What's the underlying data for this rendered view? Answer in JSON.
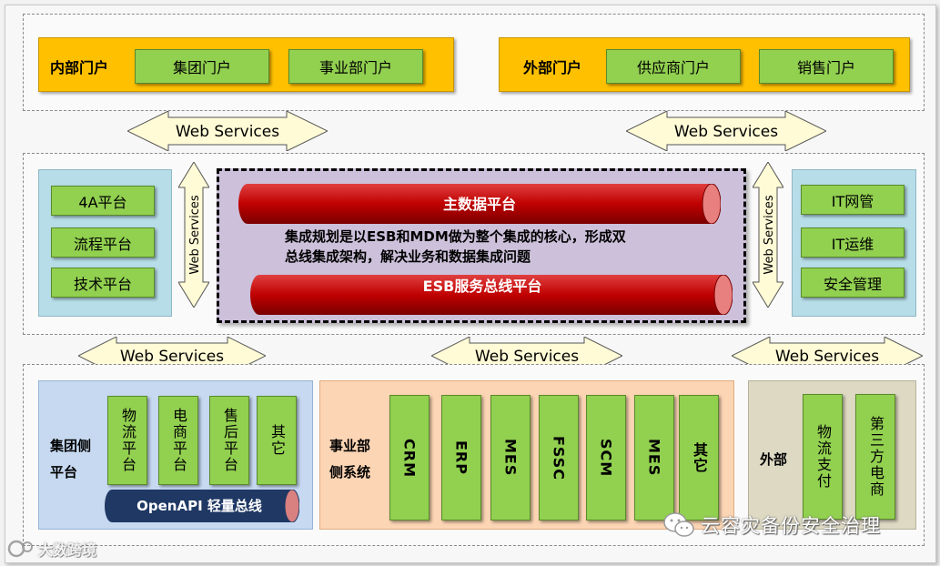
{
  "portals": {
    "internal": {
      "title": "内部门户",
      "items": [
        "集团门户",
        "事业部门户"
      ]
    },
    "external": {
      "title": "外部门户",
      "items": [
        "供应商门户",
        "销售门户"
      ]
    }
  },
  "ws_label": "Web Services",
  "left_platforms": [
    "4A平台",
    "流程平台",
    "技术平台"
  ],
  "right_platforms": [
    "IT网管",
    "IT运维",
    "安全管理"
  ],
  "core": {
    "mdm": "主数据平台",
    "esb": "ESB服务总线平台",
    "description_line1": "集成规划是以ESB和MDM做为整个集成的核心，形成双",
    "description_line2": "总线集成架构，解决业务和数据集成问题"
  },
  "group_side": {
    "title_line1": "集团侧",
    "title_line2": "平台",
    "items": [
      "物流平台",
      "电商平台",
      "售后平台",
      "其它"
    ],
    "bus": "OpenAPI 轻量总线"
  },
  "division_side": {
    "title_line1": "事业部",
    "title_line2": "侧系统",
    "items": [
      "CRM",
      "ERP",
      "MES",
      "FSSC",
      "SCM",
      "MES",
      "其它"
    ]
  },
  "external_side": {
    "title": "外部",
    "items": [
      "物流支付",
      "第三方电商"
    ]
  },
  "watermarks": {
    "left": "大数跨境",
    "right": "云容灾备份安全治理"
  },
  "colors": {
    "portal": "#ffc000",
    "green": "#92d050",
    "core": "#ccc0da",
    "cylinder": "#c00000",
    "bus": "#1f3864",
    "arrow": "#fffbd6"
  }
}
